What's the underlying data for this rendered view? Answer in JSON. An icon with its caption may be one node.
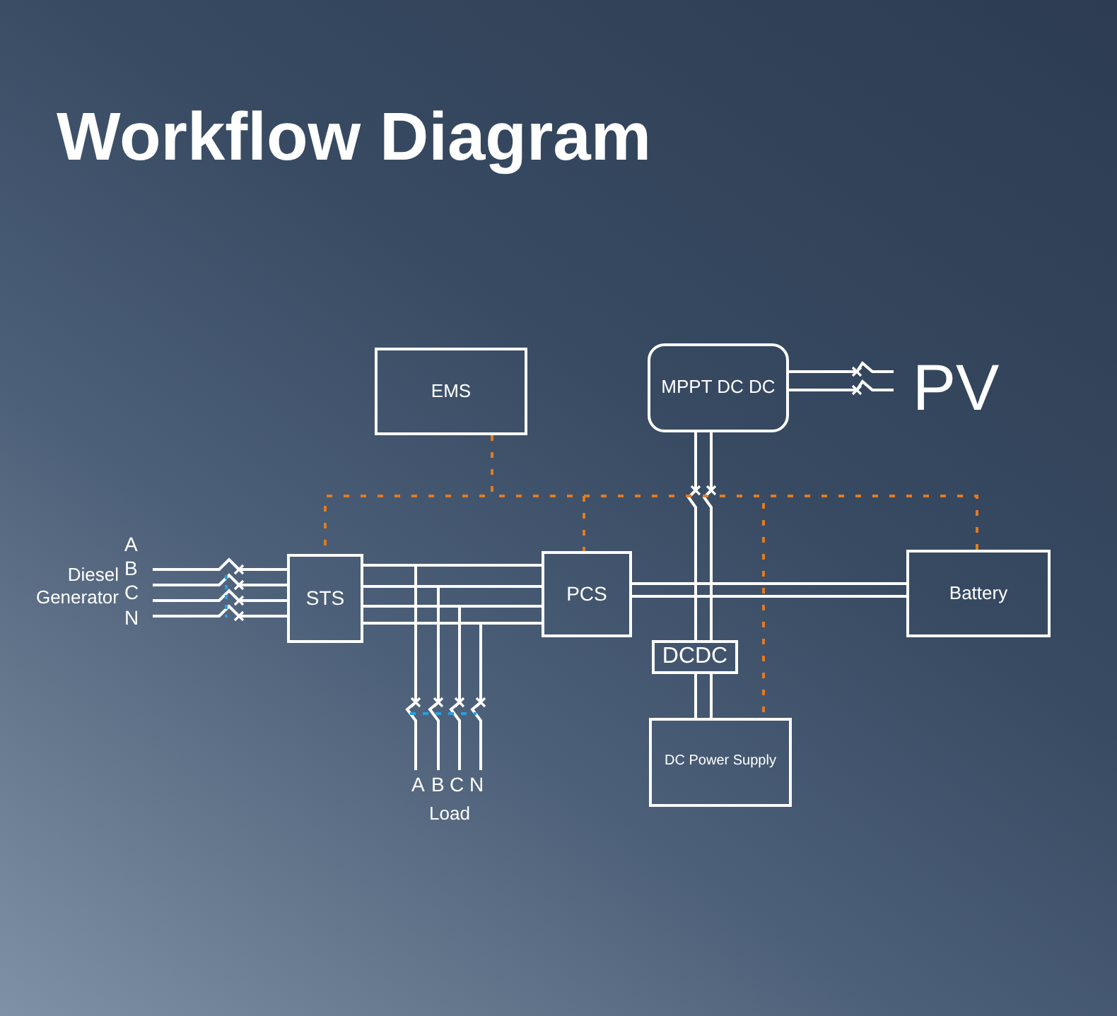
{
  "diagram": {
    "title": "Workflow Diagram",
    "nodes": [
      {
        "text": [
          "EMS"
        ]
      },
      {
        "text": [
          "MPPT DC DC"
        ]
      },
      {
        "text": [
          "PV"
        ]
      },
      {
        "text": [
          "Diesel Generator"
        ]
      },
      {
        "text": [
          "STS"
        ]
      },
      {
        "text": [
          "PCS"
        ]
      },
      {
        "text": [
          "Battery"
        ]
      },
      {
        "text": [
          "DCDC"
        ]
      },
      {
        "text": [
          "DC Power Supply"
        ]
      },
      {
        "text": [
          "Load"
        ]
      }
    ],
    "edges": [
      {
        "from": 3,
        "to": 4,
        "arrow": "none"
      },
      {
        "from": 4,
        "to": 5,
        "arrow": "none"
      },
      {
        "from": 4,
        "to": 9,
        "arrow": "none"
      },
      {
        "from": 5,
        "to": 6,
        "arrow": "none"
      },
      {
        "from": 5,
        "to": 6,
        "arrow": "none"
      },
      {
        "from": 1,
        "to": 7,
        "arrow": "none"
      },
      {
        "from": 7,
        "to": 8,
        "arrow": "none"
      },
      {
        "from": 7,
        "to": 8,
        "arrow": "none"
      },
      {
        "from": 1,
        "to": 2,
        "arrow": "none"
      },
      {
        "from": 0,
        "to": 4,
        "arrow": "none",
        "style": "dashed",
        "color": "#e07b24"
      },
      {
        "from": 0,
        "to": 5,
        "arrow": "none",
        "style": "dashed",
        "color": "#e07b24"
      },
      {
        "from": 0,
        "to": 8,
        "arrow": "none",
        "style": "dashed",
        "color": "#e07b24"
      },
      {
        "from": 0,
        "to": 6,
        "arrow": "none",
        "style": "dashed",
        "color": "#e07b24"
      }
    ],
    "labels": [
      "A",
      "B",
      "C",
      "N",
      "A",
      "B",
      "C",
      "N"
    ]
  }
}
